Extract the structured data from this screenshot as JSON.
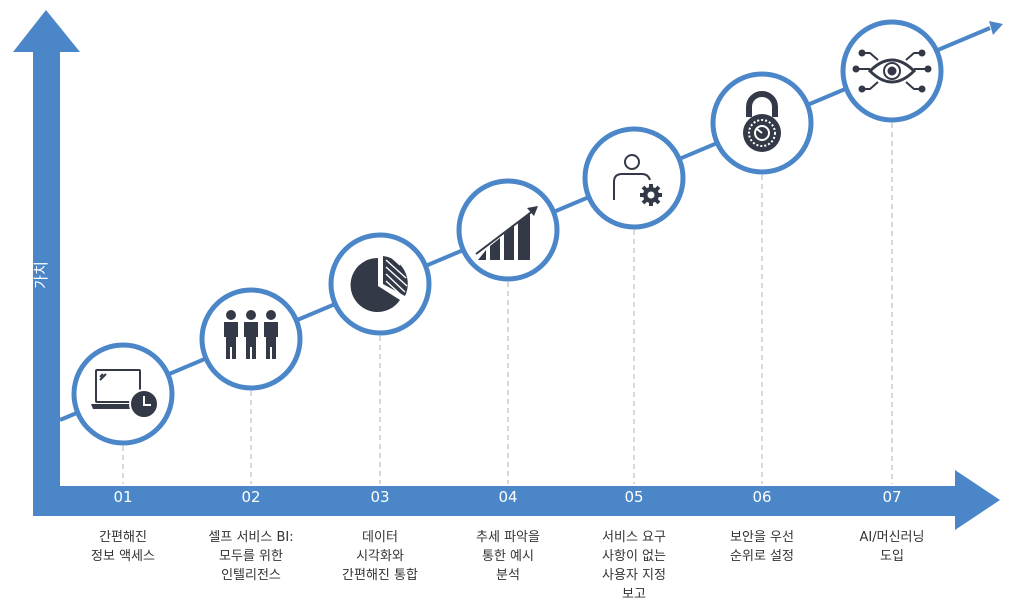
{
  "colors": {
    "accent": "#4A86C8",
    "icon": "#343947",
    "guide": "#cccccc",
    "text": "#333333"
  },
  "y_axis": {
    "label": "가치"
  },
  "steps": [
    {
      "number": "01",
      "label": "간편해진\n정보 액세스",
      "icon": "laptop-clock-icon"
    },
    {
      "number": "02",
      "label": "셀프 서비스 BI:\n모두를 위한\n인텔리전스",
      "icon": "people-group-icon"
    },
    {
      "number": "03",
      "label": "데이터\n시각화와\n간편해진 통합",
      "icon": "pie-chart-icon"
    },
    {
      "number": "04",
      "label": "추세 파악을\n통한 예시\n분석",
      "icon": "growth-chart-icon"
    },
    {
      "number": "05",
      "label": "서비스 요구\n사항이 없는\n사용자 지정\n보고",
      "icon": "user-settings-icon"
    },
    {
      "number": "06",
      "label": "보안을 우선\n순위로 설정",
      "icon": "padlock-icon"
    },
    {
      "number": "07",
      "label": "AI/머신러닝\n도입",
      "icon": "ai-eye-icon"
    }
  ]
}
